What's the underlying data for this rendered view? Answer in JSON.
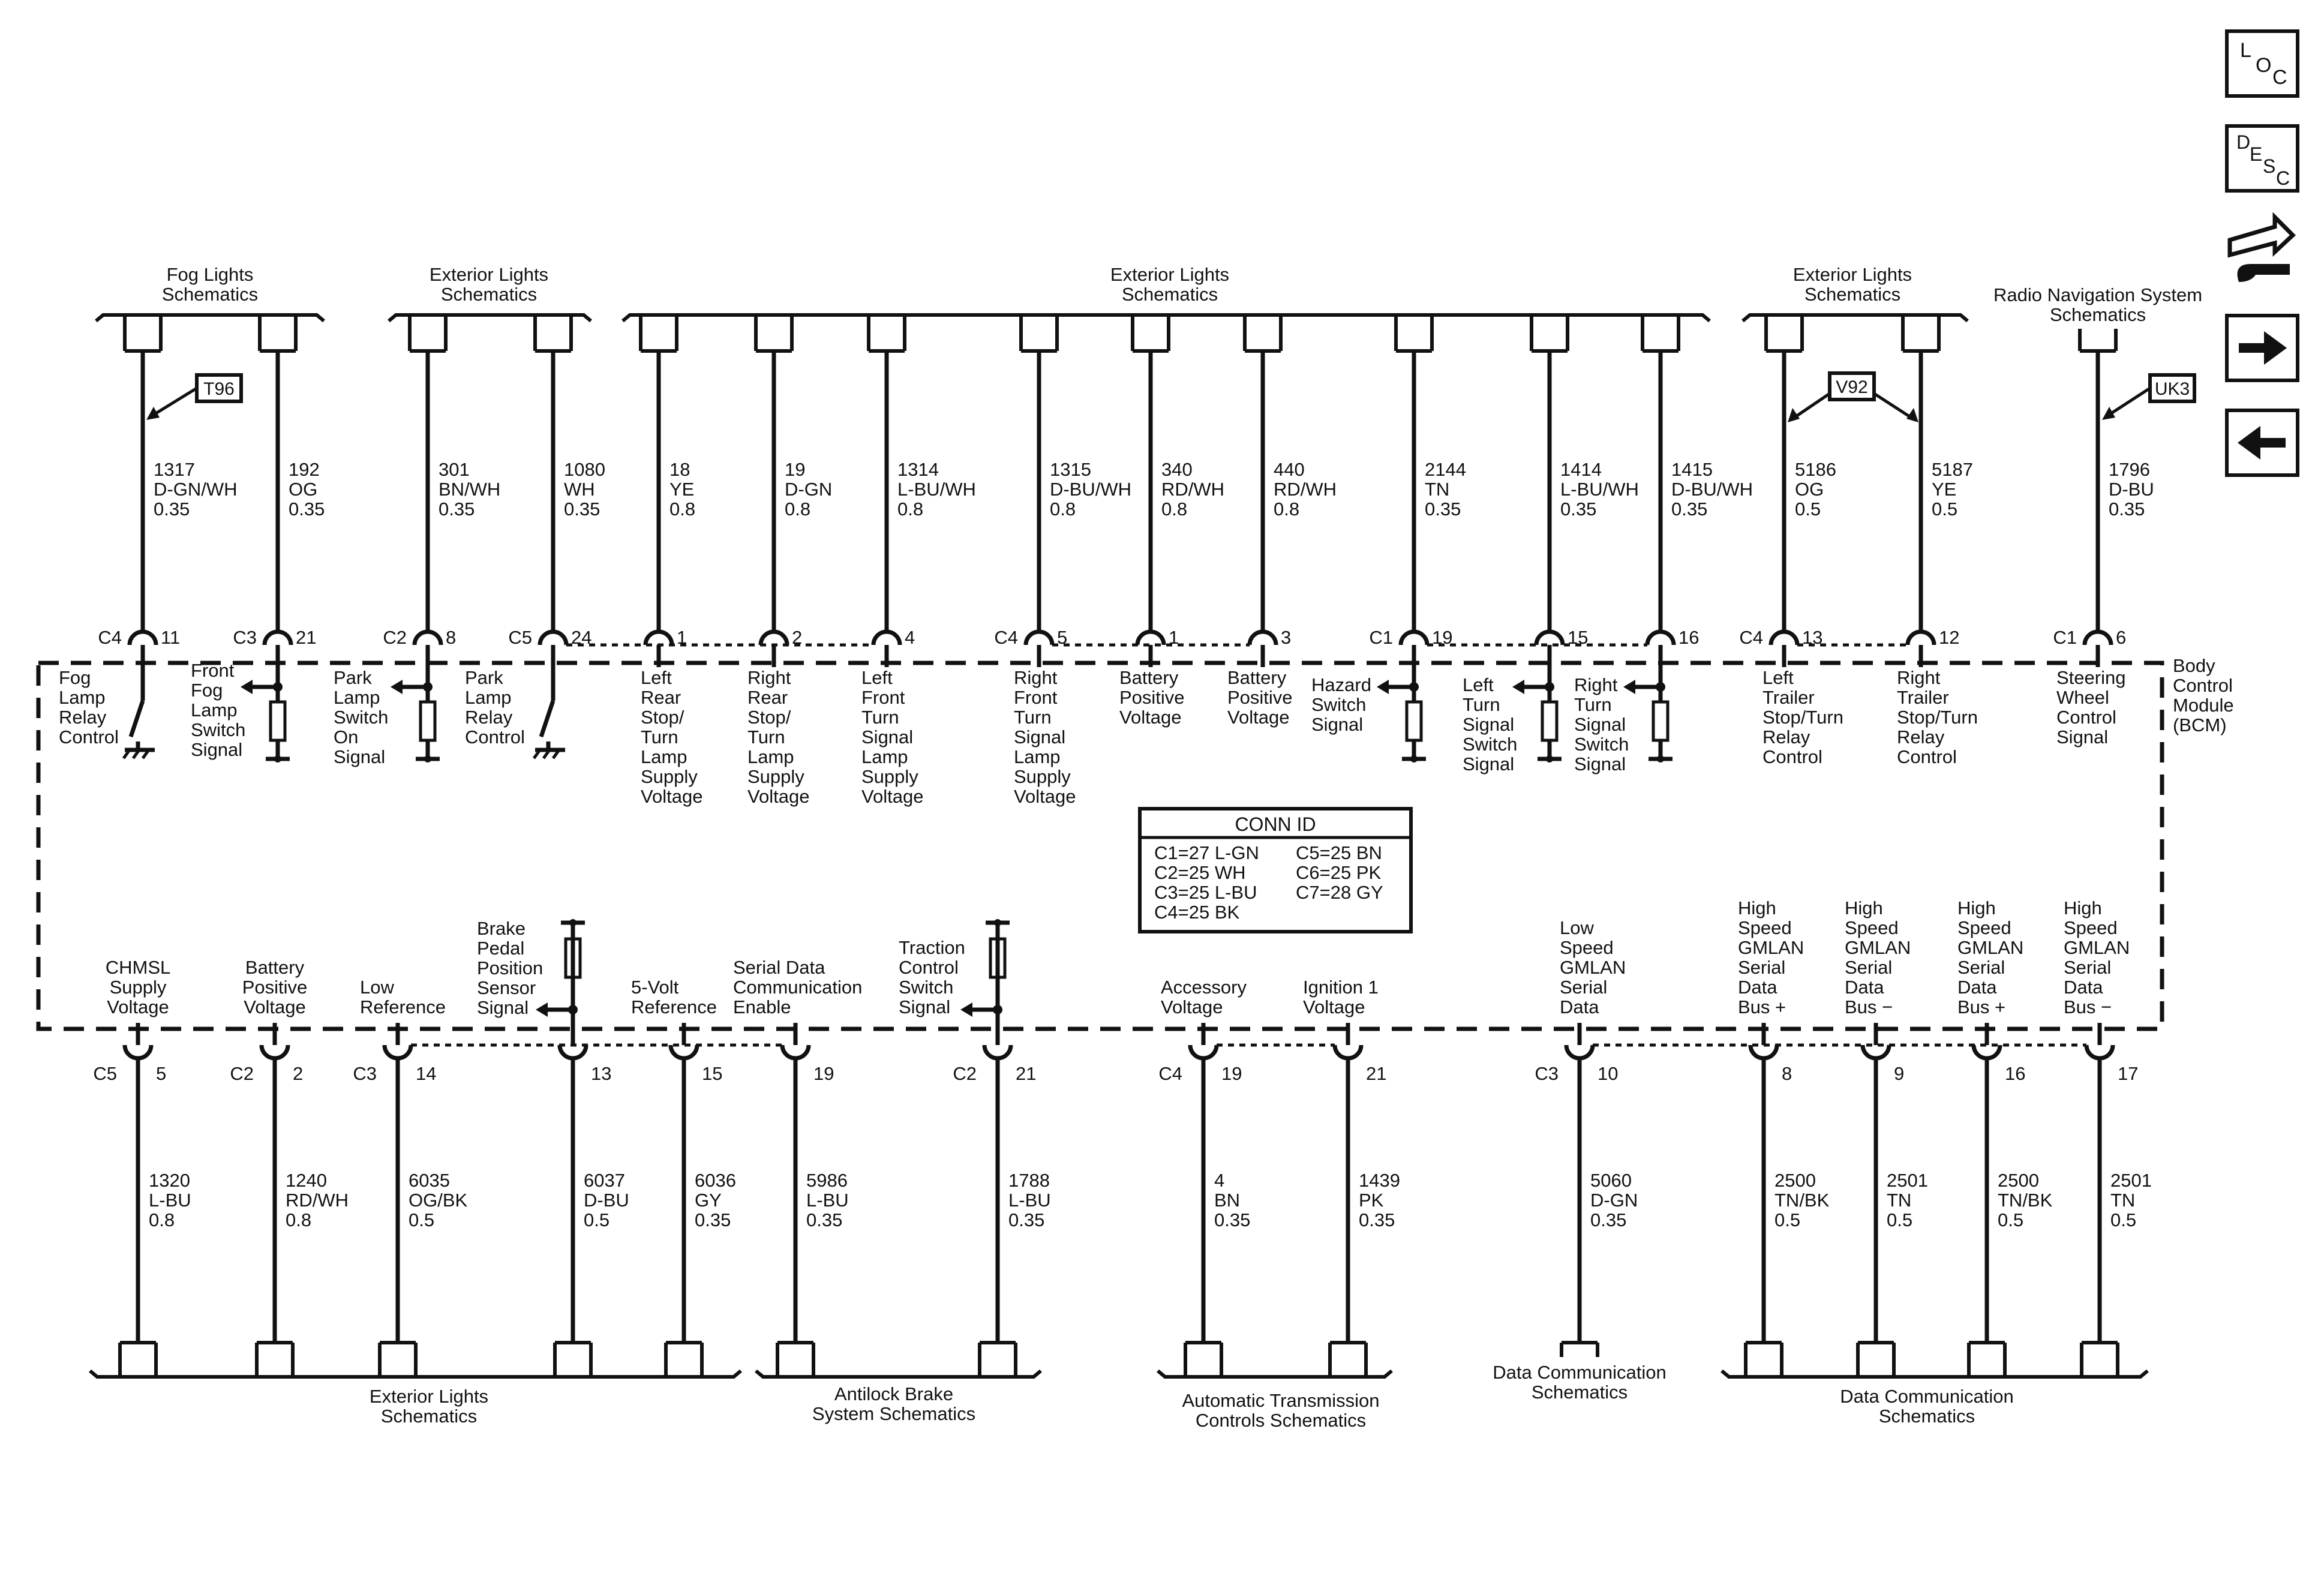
{
  "nav_icons": [
    {
      "name": "location-icon",
      "glyph": "LOC"
    },
    {
      "name": "description-icon",
      "glyph": "DESC"
    },
    {
      "name": "tools-icon",
      "glyph": ""
    },
    {
      "name": "next-arrow-icon",
      "glyph": ""
    },
    {
      "name": "previous-arrow-icon",
      "glyph": ""
    }
  ],
  "module": {
    "label": [
      "Body",
      "Control",
      "Module",
      "(BCM)"
    ]
  },
  "conn_id": {
    "title": "CONN ID",
    "left": [
      "C1=27 L-GN",
      "C2=25 WH",
      "C3=25 L-BU",
      "C4=25 BK"
    ],
    "right": [
      "C5=25 BN",
      "C6=25 PK",
      "C7=28 GY"
    ]
  },
  "options": {
    "t96": "T96",
    "v92": "V92",
    "uk3": "UK3"
  },
  "top_groups": [
    {
      "lines": [
        "Fog Lights",
        "Schematics"
      ]
    },
    {
      "lines": [
        "Exterior Lights",
        "Schematics"
      ]
    },
    {
      "lines": [
        "Exterior Lights",
        "Schematics"
      ]
    },
    {
      "lines": [
        "Exterior Lights",
        "Schematics"
      ]
    },
    {
      "lines": [
        "Radio Navigation System",
        "Schematics"
      ]
    }
  ],
  "top_circuits": [
    {
      "wire": [
        "1317",
        "D-GN/WH",
        "0.35"
      ],
      "conn": "C4",
      "pin": "11",
      "func": [
        "Fog",
        "Lamp",
        "Relay",
        "Control"
      ]
    },
    {
      "wire": [
        "192",
        "OG",
        "0.35"
      ],
      "conn": "C3",
      "pin": "21",
      "func": [
        "Front",
        "Fog",
        "Lamp",
        "Switch",
        "Signal"
      ]
    },
    {
      "wire": [
        "301",
        "BN/WH",
        "0.35"
      ],
      "conn": "C2",
      "pin": "8",
      "func": [
        "Park",
        "Lamp",
        "Switch",
        "On",
        "Signal"
      ]
    },
    {
      "wire": [
        "1080",
        "WH",
        "0.35"
      ],
      "conn": "C5",
      "pin": "24",
      "func": [
        "Park",
        "Lamp",
        "Relay",
        "Control"
      ]
    },
    {
      "wire": [
        "18",
        "YE",
        "0.8"
      ],
      "conn": "",
      "pin": "1",
      "func": [
        "Left",
        "Rear",
        "Stop/",
        "Turn",
        "Lamp",
        "Supply",
        "Voltage"
      ]
    },
    {
      "wire": [
        "19",
        "D-GN",
        "0.8"
      ],
      "conn": "",
      "pin": "2",
      "func": [
        "Right",
        "Rear",
        "Stop/",
        "Turn",
        "Lamp",
        "Supply",
        "Voltage"
      ]
    },
    {
      "wire": [
        "1314",
        "L-BU/WH",
        "0.8"
      ],
      "conn": "",
      "pin": "4",
      "func": [
        "Left",
        "Front",
        "Turn",
        "Signal",
        "Lamp",
        "Supply",
        "Voltage"
      ]
    },
    {
      "wire": [
        "1315",
        "D-BU/WH",
        "0.8"
      ],
      "conn": "C4",
      "pin": "5",
      "func": [
        "Right",
        "Front",
        "Turn",
        "Signal",
        "Lamp",
        "Supply",
        "Voltage"
      ]
    },
    {
      "wire": [
        "340",
        "RD/WH",
        "0.8"
      ],
      "conn": "",
      "pin": "1",
      "func": [
        "Battery",
        "Positive",
        "Voltage"
      ]
    },
    {
      "wire": [
        "440",
        "RD/WH",
        "0.8"
      ],
      "conn": "",
      "pin": "3",
      "func": [
        "Battery",
        "Positive",
        "Voltage"
      ]
    },
    {
      "wire": [
        "2144",
        "TN",
        "0.35"
      ],
      "conn": "C1",
      "pin": "19",
      "func": [
        "Hazard",
        "Switch",
        "Signal"
      ]
    },
    {
      "wire": [
        "1414",
        "L-BU/WH",
        "0.35"
      ],
      "conn": "",
      "pin": "15",
      "func": [
        "Left",
        "Turn",
        "Signal",
        "Switch",
        "Signal"
      ]
    },
    {
      "wire": [
        "1415",
        "D-BU/WH",
        "0.35"
      ],
      "conn": "",
      "pin": "16",
      "func": [
        "Right",
        "Turn",
        "Signal",
        "Switch",
        "Signal"
      ]
    },
    {
      "wire": [
        "5186",
        "OG",
        "0.5"
      ],
      "conn": "C4",
      "pin": "13",
      "func": [
        "Left",
        "Trailer",
        "Stop/Turn",
        "Relay",
        "Control"
      ]
    },
    {
      "wire": [
        "5187",
        "YE",
        "0.5"
      ],
      "conn": "",
      "pin": "12",
      "func": [
        "Right",
        "Trailer",
        "Stop/Turn",
        "Relay",
        "Control"
      ]
    },
    {
      "wire": [
        "1796",
        "D-BU",
        "0.35"
      ],
      "conn": "C1",
      "pin": "6",
      "func": [
        "Steering",
        "Wheel",
        "Control",
        "Signal"
      ]
    }
  ],
  "bottom_circuits": [
    {
      "wire": [
        "1320",
        "L-BU",
        "0.8"
      ],
      "conn": "C5",
      "pin": "5",
      "func": [
        "CHMSL",
        "Supply",
        "Voltage"
      ]
    },
    {
      "wire": [
        "1240",
        "RD/WH",
        "0.8"
      ],
      "conn": "C2",
      "pin": "2",
      "func": [
        "Battery",
        "Positive",
        "Voltage"
      ]
    },
    {
      "wire": [
        "6035",
        "OG/BK",
        "0.5"
      ],
      "conn": "C3",
      "pin": "14",
      "func": [
        "Low",
        "Reference"
      ]
    },
    {
      "wire": [
        "6037",
        "D-BU",
        "0.5"
      ],
      "conn": "",
      "pin": "13",
      "func": [
        "Brake",
        "Pedal",
        "Position",
        "Sensor",
        "Signal"
      ]
    },
    {
      "wire": [
        "6036",
        "GY",
        "0.35"
      ],
      "conn": "",
      "pin": "15",
      "func": [
        "5-Volt",
        "Reference"
      ]
    },
    {
      "wire": [
        "5986",
        "L-BU",
        "0.35"
      ],
      "conn": "",
      "pin": "19",
      "func": [
        "Serial Data",
        "Communication",
        "Enable"
      ]
    },
    {
      "wire": [
        "1788",
        "L-BU",
        "0.35"
      ],
      "conn": "C2",
      "pin": "21",
      "func": [
        "Traction",
        "Control",
        "Switch",
        "Signal"
      ]
    },
    {
      "wire": [
        "4",
        "BN",
        "0.35"
      ],
      "conn": "C4",
      "pin": "19",
      "func": [
        "Accessory",
        "Voltage"
      ]
    },
    {
      "wire": [
        "1439",
        "PK",
        "0.35"
      ],
      "conn": "",
      "pin": "21",
      "func": [
        "Ignition 1",
        "Voltage"
      ]
    },
    {
      "wire": [
        "5060",
        "D-GN",
        "0.35"
      ],
      "conn": "C3",
      "pin": "10",
      "func": [
        "Low",
        "Speed",
        "GMLAN",
        "Serial",
        "Data"
      ]
    },
    {
      "wire": [
        "2500",
        "TN/BK",
        "0.5"
      ],
      "conn": "",
      "pin": "8",
      "func": [
        "High",
        "Speed",
        "GMLAN",
        "Serial",
        "Data",
        "Bus +"
      ]
    },
    {
      "wire": [
        "2501",
        "TN",
        "0.5"
      ],
      "conn": "",
      "pin": "9",
      "func": [
        "High",
        "Speed",
        "GMLAN",
        "Serial",
        "Data",
        "Bus −"
      ]
    },
    {
      "wire": [
        "2500",
        "TN/BK",
        "0.5"
      ],
      "conn": "",
      "pin": "16",
      "func": [
        "High",
        "Speed",
        "GMLAN",
        "Serial",
        "Data",
        "Bus +"
      ]
    },
    {
      "wire": [
        "2501",
        "TN",
        "0.5"
      ],
      "conn": "",
      "pin": "17",
      "func": [
        "High",
        "Speed",
        "GMLAN",
        "Serial",
        "Data",
        "Bus −"
      ]
    }
  ],
  "bottom_groups": [
    {
      "lines": [
        "Exterior Lights",
        "Schematics"
      ]
    },
    {
      "lines": [
        "Antilock Brake",
        "System Schematics"
      ]
    },
    {
      "lines": [
        "Automatic Transmission",
        "Controls Schematics"
      ]
    },
    {
      "lines": [
        "Data Communication",
        "Schematics"
      ]
    },
    {
      "lines": [
        "Data Communication",
        "Schematics"
      ]
    }
  ]
}
